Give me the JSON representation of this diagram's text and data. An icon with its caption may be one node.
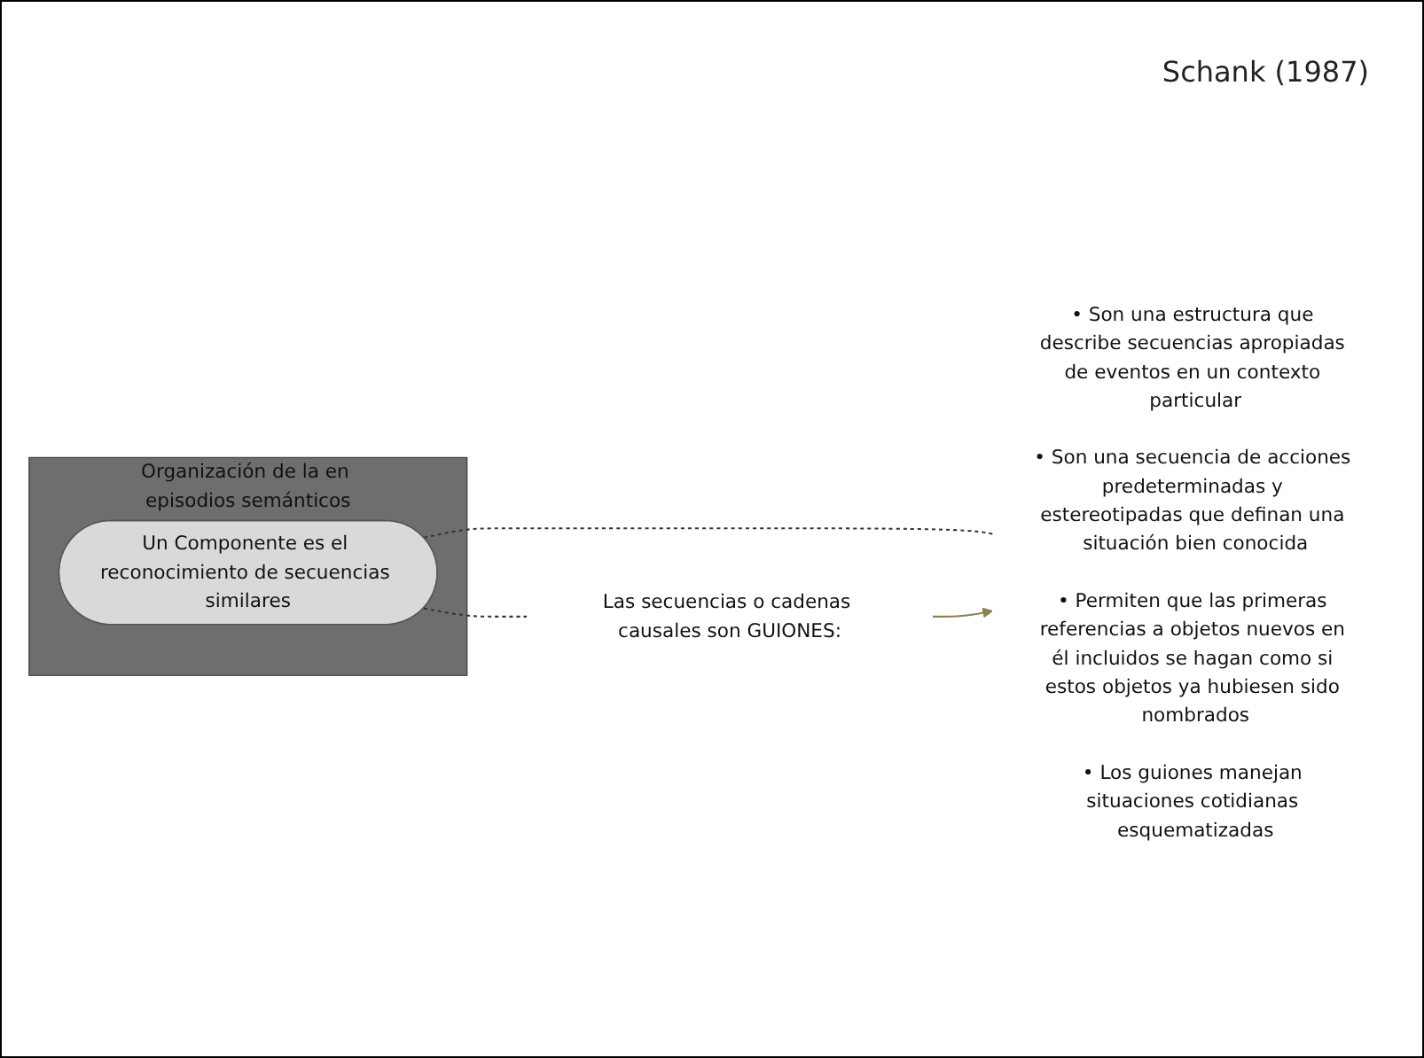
{
  "diagram": {
    "nodes": [
      {
        "text": [
          "Organización de la en episodios semánticos"
        ]
      },
      {
        "text": [
          "Un Componente es el reconocimiento de secuencias similares"
        ],
        "in": 0
      },
      {
        "text": [
          "Las secuencias o cadenas causales son GUIONES:"
        ]
      },
      {
        "text": [
          "• Son una estructura que describe secuencias apropiadas de eventos en un contexto particular",
          "• Son una secuencia de acciones predeterminadas y estereotipadas que definan una situación bien conocida",
          "• Permiten que las primeras referencias a objetos nuevos en él incluidos se hagan como si estos objetos ya hubiesen sido nombrados",
          "• Los guiones manejan situaciones cotidianas esquematizadas"
        ]
      }
    ],
    "edges": [
      {
        "from": 1,
        "to": 2,
        "arrow": "none",
        "style": "dashed"
      },
      {
        "from": 1,
        "to": 3,
        "arrow": "none",
        "style": "dashed"
      },
      {
        "from": 2,
        "to": 3,
        "arrow": "to",
        "color": "#8c7f52"
      }
    ],
    "labels": [
      "Schank (1987)"
    ]
  }
}
